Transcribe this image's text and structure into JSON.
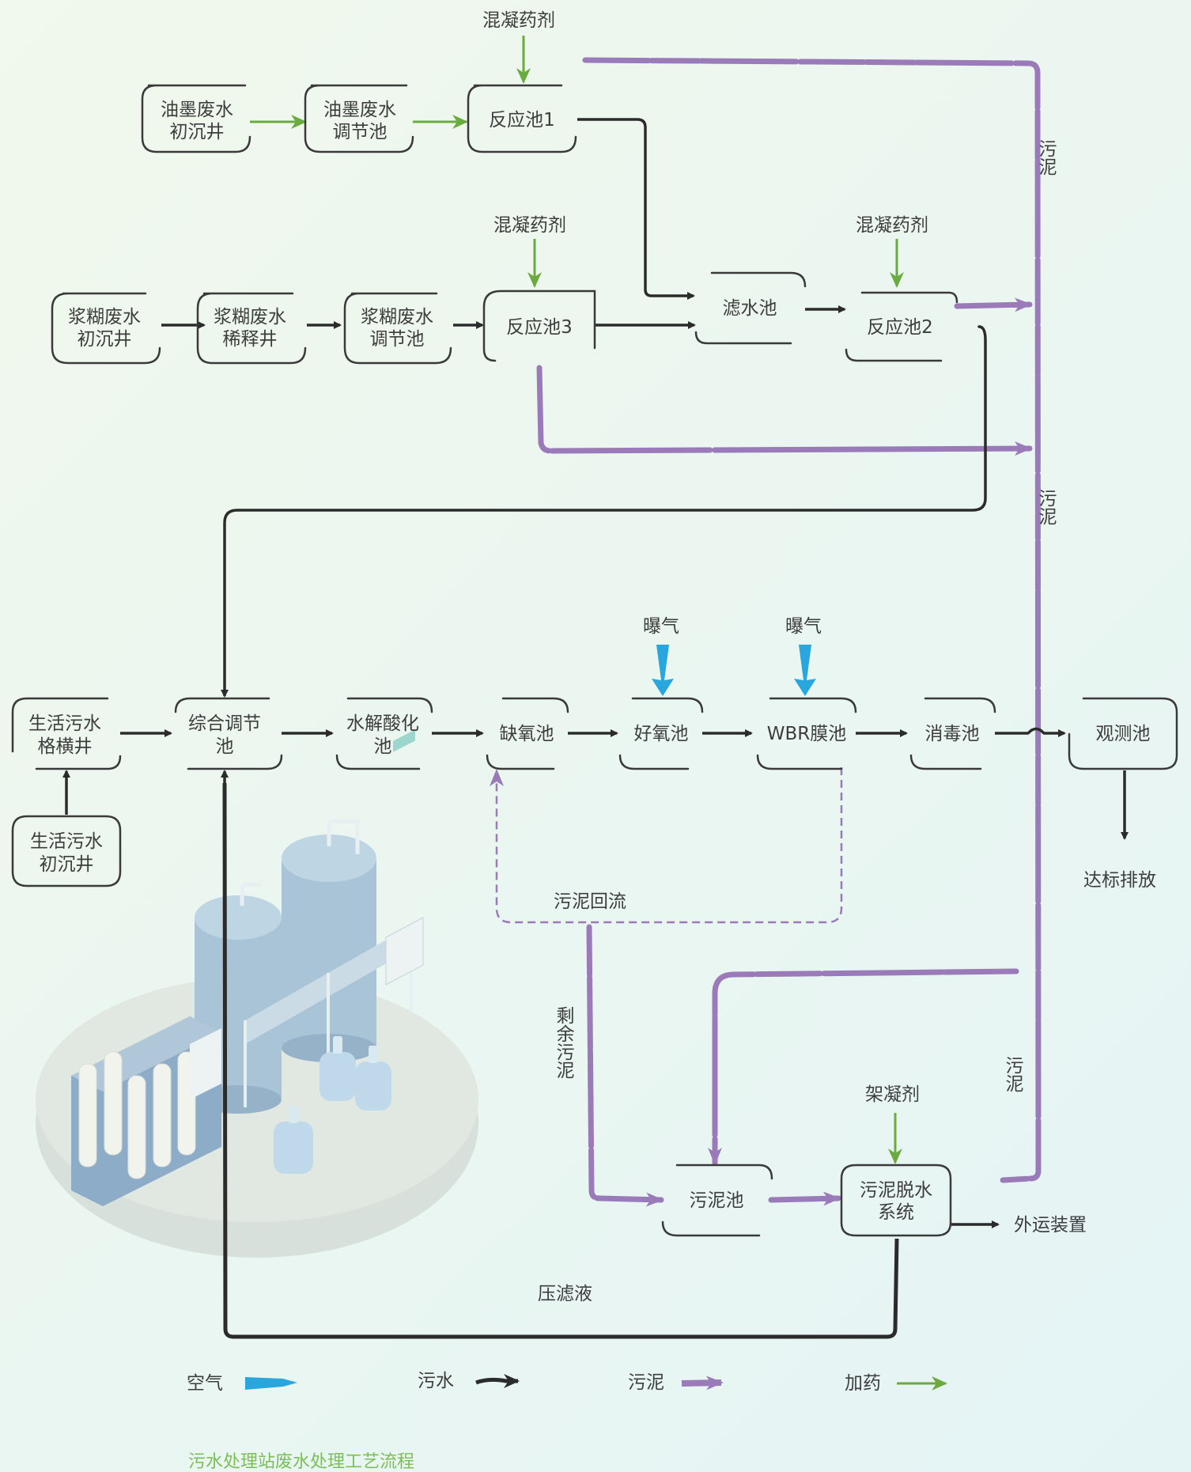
{
  "nodes": {
    "ink_sed": [
      "油墨废水",
      "初沉井"
    ],
    "ink_reg": [
      "油墨废水",
      "调节池"
    ],
    "react1": [
      "反应池1"
    ],
    "paste_sed": [
      "浆糊废水",
      "初沉井"
    ],
    "paste_dil": [
      "浆糊废水",
      "稀释井"
    ],
    "paste_reg": [
      "浆糊废水",
      "调节池"
    ],
    "react3": [
      "反应池3"
    ],
    "filter": [
      "滤水池"
    ],
    "react2": [
      "反应池2"
    ],
    "dom_grid": [
      "生活污水",
      "格横井"
    ],
    "dom_sed": [
      "生活污水",
      "初沉井"
    ],
    "comp_reg": [
      "综合调节",
      "池"
    ],
    "hydro": [
      "水解酸化",
      "池"
    ],
    "anoxic": [
      "缺氧池"
    ],
    "aerobic": [
      "好氧池"
    ],
    "mbr": [
      "WBR膜池"
    ],
    "disinf": [
      "消毒池"
    ],
    "observe": [
      "观测池"
    ],
    "sludge_pool": [
      "污泥池"
    ],
    "dewater": [
      "污泥脱水",
      "系统"
    ]
  },
  "labels": {
    "coag_top": "混凝药剂",
    "coag_r3": "混凝药剂",
    "coag_r2": "混凝药剂",
    "aer1": "曝气",
    "aer2": "曝气",
    "sludge_v1": "污泥",
    "sludge_v2": "污泥",
    "sludge_v3": "污泥",
    "sludge_return": "污泥回流",
    "excess_sludge": "剩余污泥",
    "discharge": "达标排放",
    "frame_agent": "架凝剂",
    "transport": "外运装置",
    "press_filtrate": "压滤液"
  },
  "legend": {
    "air": "空气",
    "sewage": "污水",
    "sludge": "污泥",
    "dosing": "加药"
  },
  "caption": "污水处理站废水处理工艺流程",
  "colors": {
    "sewage": "#2b2b2b",
    "sludge": "#9a7ab8",
    "dosing": "#6aaa3e",
    "air": "#29a6dd",
    "text": "#3d3d3d",
    "caption": "#7cbf57",
    "tank": "#a9c7dd"
  }
}
